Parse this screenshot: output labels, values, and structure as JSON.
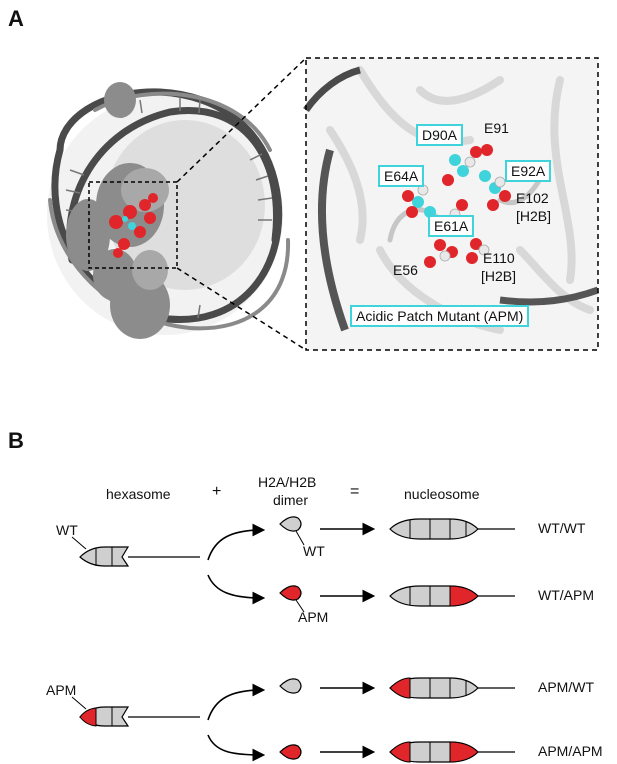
{
  "panel_a": {
    "label": "A",
    "callouts": {
      "d90a": "D90A",
      "e91": "E91",
      "e64a": "E64A",
      "e92a": "E92A",
      "e102": "E102",
      "e102_sub": "[H2B]",
      "e61a": "E61A",
      "e56": "E56",
      "e110": "E110",
      "e110_sub": "[H2B]",
      "apm_title": "Acidic Patch Mutant (APM)"
    },
    "colors": {
      "highlight": "#3fd3dc",
      "acidic": "#e0262a",
      "protein": "#8c8c8c",
      "dna": "#444444"
    }
  },
  "panel_b": {
    "label": "B",
    "headers": {
      "hexasome": "hexasome",
      "plus": "+",
      "dimer_line1": "H2A/H2B",
      "dimer_line2": "dimer",
      "equals": "=",
      "nucleosome": "nucleosome"
    },
    "left_labels": {
      "wt": "WT",
      "apm": "APM"
    },
    "dimer_labels": {
      "wt": "WT",
      "apm": "APM"
    },
    "outcomes": [
      "WT/WT",
      "WT/APM",
      "APM/WT",
      "APM/APM"
    ]
  }
}
